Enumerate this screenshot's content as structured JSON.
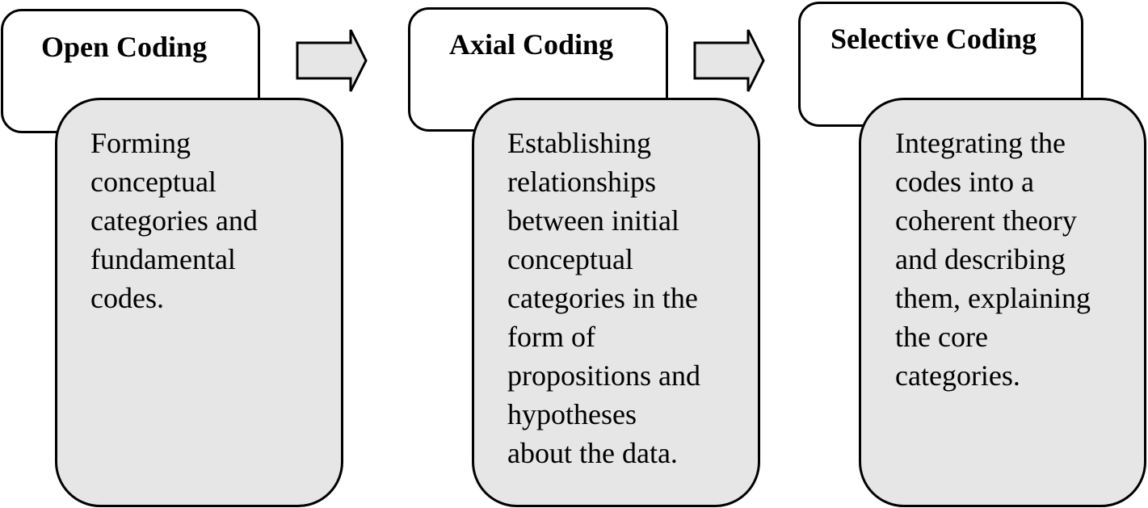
{
  "stages": [
    {
      "title": "Open Coding",
      "description": "Forming\nconceptual\ncategories and\nfundamental\ncodes."
    },
    {
      "title": "Axial Coding",
      "description": "Establishing\nrelationships\nbetween initial\nconceptual\ncategories in the\nform of\npropositions and\nhypotheses\nabout the data."
    },
    {
      "title": "Selective Coding",
      "description": "Integrating the\ncodes into a\ncoherent theory\nand describing\nthem, explaining\nthe core\ncategories."
    }
  ],
  "colors": {
    "title_fill": "#ffffff",
    "description_fill": "#e6e6e6",
    "arrow_fill": "#e6e6e6",
    "stroke": "#000000"
  }
}
